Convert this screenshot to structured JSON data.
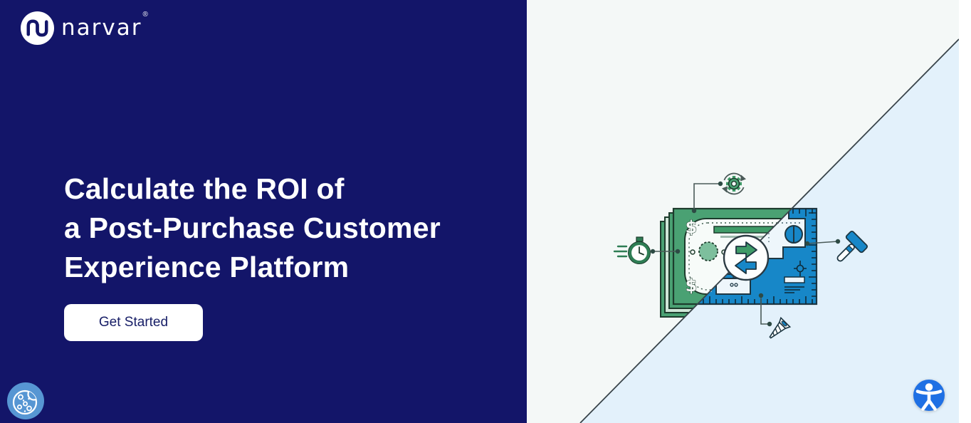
{
  "brand": {
    "wordmark": "narvar",
    "registered_mark": "®"
  },
  "hero": {
    "title_lines": [
      "Calculate the ROI of",
      "a Post-Purchase Customer",
      "Experience Platform"
    ],
    "cta_label": "Get Started"
  },
  "icons": {
    "logo": "narvar-logo-mark",
    "cookie_widget": "cookie-icon",
    "accessibility_widget": "accessibility-person-icon",
    "illustration": [
      "sync-gear-icon",
      "stopwatch-icon",
      "exchange-arrows-icon",
      "hammer-icon",
      "screw-icon"
    ]
  },
  "colors": {
    "navy_panel": "#131569",
    "right_panel_top": "#f4f8f7",
    "right_panel_bottom": "#e3f1fb",
    "illustration_green": "#4aa173",
    "illustration_blue": "#1787c8",
    "outline_dark": "#1d3642",
    "cta_text": "#161d66",
    "cookie_widget_blue": "#5796d3",
    "accessibility_widget_blue": "#1f70e4"
  }
}
